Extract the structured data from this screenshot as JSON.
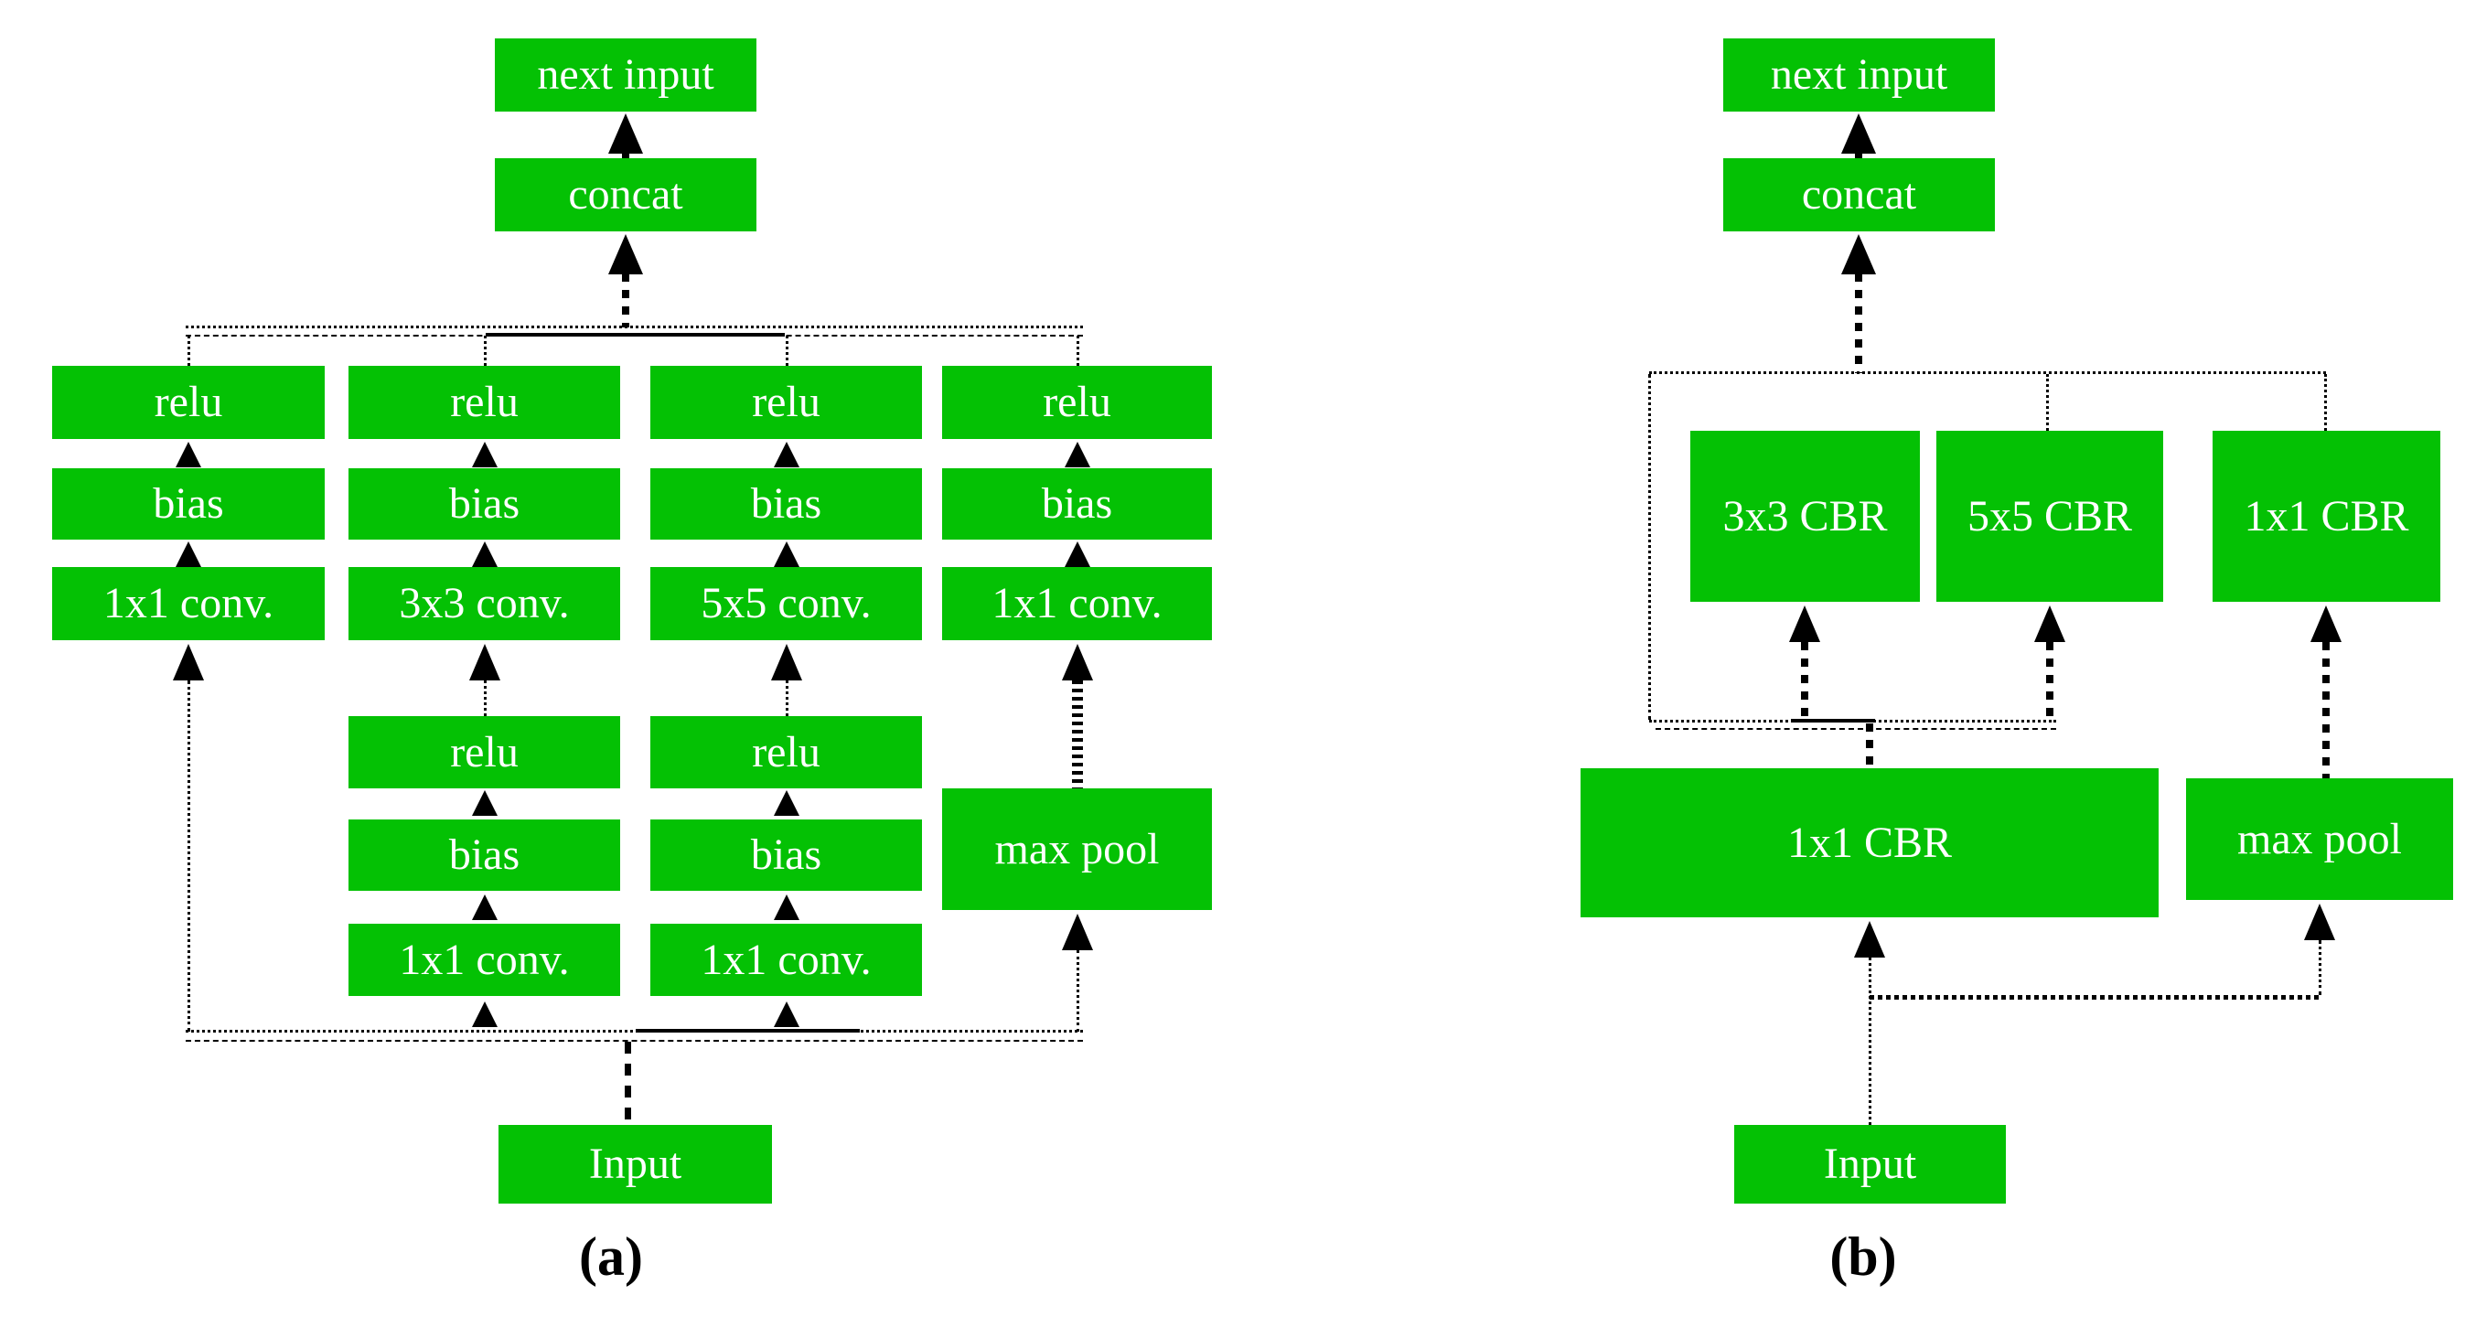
{
  "figure": {
    "background": "#ffffff",
    "box_color": "#04c104",
    "box_text_color": "#ffffff",
    "line_color": "#000000"
  },
  "diagram_a": {
    "caption": "(a)",
    "next_input": "next input",
    "concat": "concat",
    "branch1": {
      "relu": "relu",
      "bias": "bias",
      "conv": "1x1 conv."
    },
    "branch2": {
      "relu": "relu",
      "bias": "bias",
      "conv": "3x3 conv.",
      "relu2": "relu",
      "bias2": "bias",
      "conv2": "1x1 conv."
    },
    "branch3": {
      "relu": "relu",
      "bias": "bias",
      "conv": "5x5 conv.",
      "relu2": "relu",
      "bias2": "bias",
      "conv2": "1x1 conv."
    },
    "branch4": {
      "relu": "relu",
      "bias": "bias",
      "conv": "1x1 conv.",
      "max_pool": "max pool"
    },
    "input": "Input"
  },
  "diagram_b": {
    "caption": "(b)",
    "next_input": "next input",
    "concat": "concat",
    "cbr_3x3": "3x3 CBR",
    "cbr_5x5": "5x5 CBR",
    "cbr_1x1_branch": "1x1 CBR",
    "cbr_1x1_main": "1x1 CBR",
    "max_pool": "max pool",
    "input": "Input"
  }
}
